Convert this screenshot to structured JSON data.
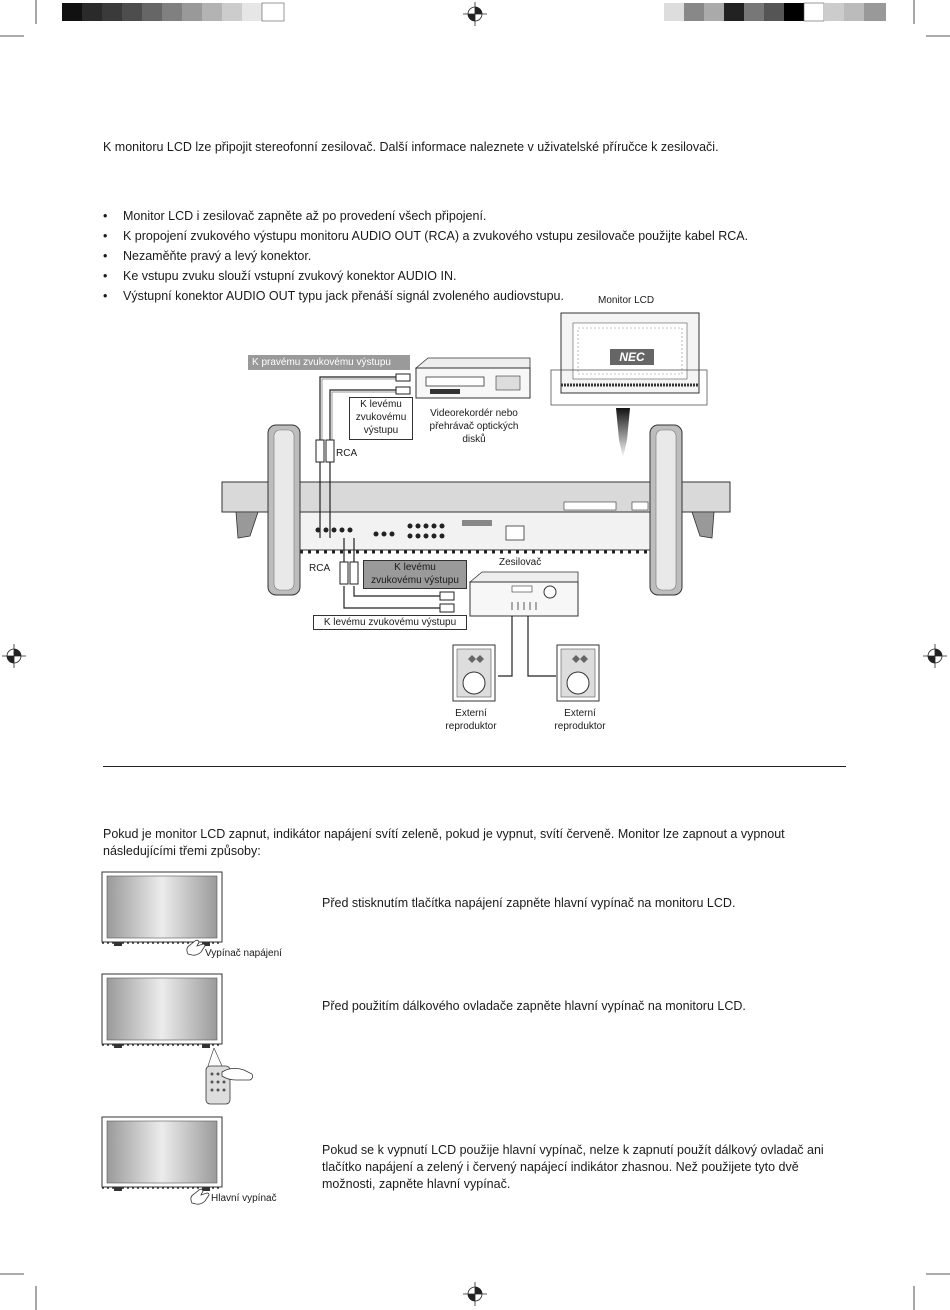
{
  "intro": "K monitoru LCD lze připojit stereofonní zesilovač. Další informace naleznete v uživatelské příručce k zesilovači.",
  "bullets": [
    "Monitor LCD i zesilovač zapněte až po provedení všech připojení.",
    "K propojení zvukového výstupu monitoru AUDIO OUT (RCA) a zvukového vstupu zesilovače použijte kabel RCA.",
    "Nezaměňte pravý a levý konektor.",
    "Ke vstupu zvuku slouží vstupní zvukový konektor AUDIO IN.",
    "Výstupní konektor AUDIO OUT typu jack přenáší signál zvoleného audiovstupu."
  ],
  "diagram": {
    "monitor_label": "Monitor LCD",
    "brand": "NEC",
    "right_output": "K pravému zvukovému výstupu",
    "left_output_top_1": "K levému",
    "left_output_top_2": "zvukovému",
    "left_output_top_3": "výstupu",
    "vcr_1": "Videorekordér nebo",
    "vcr_2": "přehrávač optických",
    "vcr_3": "disků",
    "rca_top": "RCA",
    "rca_bottom": "RCA",
    "amp_label": "Zesilovač",
    "left_output_mid_1": "K levému",
    "left_output_mid_2": "zvukovému výstupu",
    "left_output_bottom": "K levému zvukovému výstupu",
    "speaker_1": "Externí",
    "speaker_2": "reproduktor"
  },
  "power_intro": "Pokud je monitor LCD zapnut, indikátor napájení svítí zeleně, pokud je vypnut, svítí červeně. Monitor lze zapnout a vypnout následujícími třemi způsoby:",
  "methods": [
    {
      "caption": "Vypínač napájení",
      "text": "Před stisknutím tlačítka napájení zapněte hlavní vypínač na monitoru LCD."
    },
    {
      "caption": "",
      "text": "Před použitím dálkového ovladače zapněte hlavní vypínač na monitoru LCD."
    },
    {
      "caption": "Hlavní vypínač",
      "text": "Pokud se k vypnutí LCD použije hlavní vypínač, nelze k zapnutí použít dálkový ovladač ani tlačítko napájení a zelený i červený napájecí indikátor zhasnou. Než použijete tyto dvě možnosti, zapněte hlavní vypínač."
    }
  ],
  "colors": {
    "ink": "#1a1a1a",
    "gray_label": "#9a9a9a"
  }
}
